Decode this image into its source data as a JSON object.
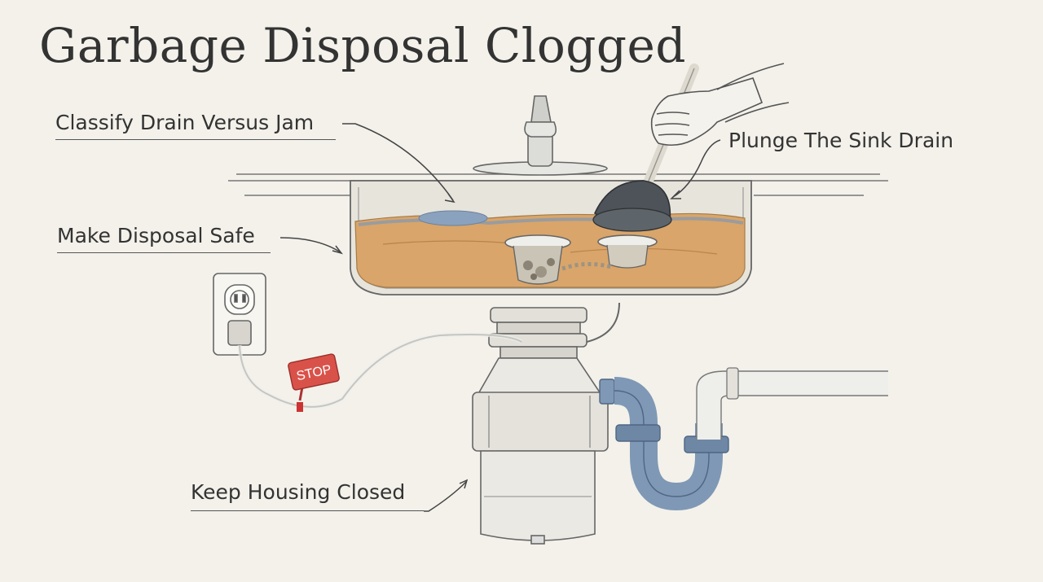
{
  "title": "Garbage Disposal Clogged",
  "labels": {
    "classify": "Classify Drain Versus Jam",
    "plunge": "Plunge The Sink Drain",
    "safe": "Make Disposal Safe",
    "housing": "Keep Housing Closed"
  },
  "tag_text": "STOP",
  "colors": {
    "background": "#f3f1ea",
    "water": "#d9a56a",
    "pipe": "#7f98b5",
    "stop_tag": "#d9524a",
    "plunger": "#4d5358"
  }
}
